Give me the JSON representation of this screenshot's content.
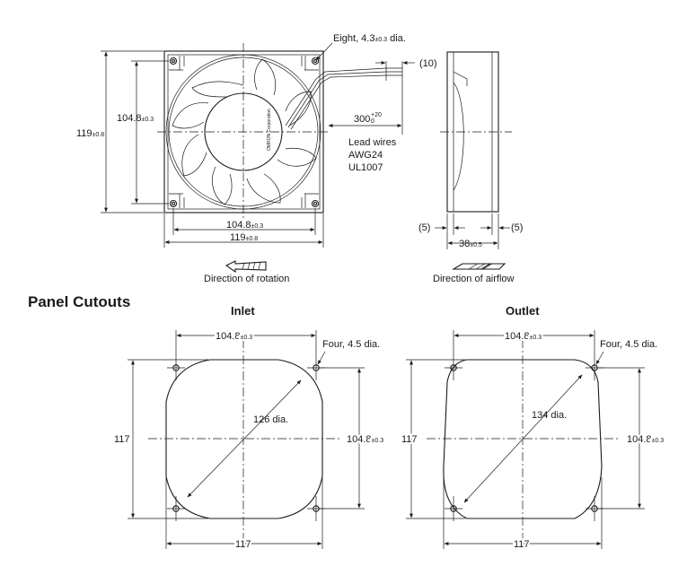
{
  "front_view": {
    "hole_note": "Eight, 4.3",
    "hole_tol": "±0.3",
    "hole_suffix": " dia.",
    "lead_len": "(10)",
    "wire_len": "300",
    "wire_tol_upper": "+20",
    "wire_tol_lower": "0",
    "lead_wires_line1": "Lead wires",
    "lead_wires_line2": "AWG24",
    "lead_wires_line3": "UL1007",
    "height_outer": "119",
    "height_outer_tol": "±0.8",
    "height_inner": "104.8",
    "height_inner_tol": "±0.3",
    "width_inner": "104.8",
    "width_inner_tol": "±0.3",
    "width_outer": "119",
    "width_outer_tol": "±0.8",
    "hub_label": "OMRON Corporation",
    "rotation_caption": "Direction of rotation"
  },
  "side_view": {
    "depth": "38",
    "depth_tol": "±0.5",
    "offset_left": "(5)",
    "offset_right": "(5)",
    "airflow_caption": "Direction of airflow"
  },
  "panel_cutouts": {
    "heading": "Panel Cutouts",
    "inlet": {
      "title": "Inlet",
      "top_dim": "104.8",
      "top_dim_tol": "±0.3",
      "hole_note": "Four, 4.5 dia.",
      "diameter": "126 dia.",
      "left_dim": "117",
      "right_dim": "104.8",
      "right_dim_tol": "±0.3",
      "bottom_dim": "117"
    },
    "outlet": {
      "title": "Outlet",
      "top_dim": "104.8",
      "top_dim_tol": "±0.3",
      "hole_note": "Four, 4.5 dia.",
      "diameter": "134 dia.",
      "left_dim": "117",
      "right_dim": "104.8",
      "right_dim_tol": "±0.3",
      "bottom_dim": "117"
    }
  }
}
